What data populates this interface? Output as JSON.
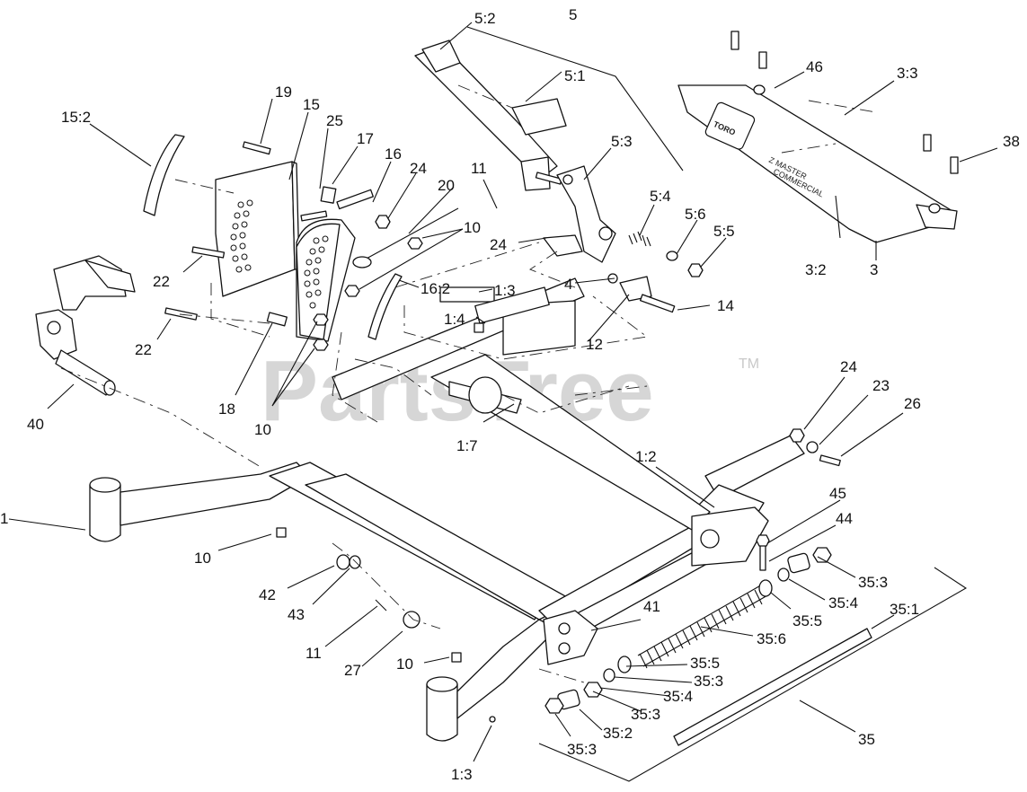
{
  "watermark": {
    "text": "PartsTree",
    "tm": "TM"
  },
  "brand_plate": {
    "logo_text": "TORO",
    "model_text": "Z MASTER",
    "sub_text": "COMMERCIAL"
  },
  "labels": [
    "5:2",
    "5",
    "5:1",
    "46",
    "3:3",
    "38",
    "19",
    "15",
    "25",
    "17",
    "16",
    "24",
    "20",
    "15:2",
    "11",
    "5:3",
    "10",
    "24",
    "5:4",
    "5:6",
    "5:5",
    "3:2",
    "3",
    "22",
    "16:2",
    "1:3",
    "4",
    "14",
    "1:4",
    "22",
    "12",
    "40",
    "18",
    "10",
    "1:7",
    "24",
    "23",
    "26",
    "1:2",
    "1",
    "10",
    "45",
    "44",
    "42",
    "35:3",
    "43",
    "41",
    "35:4",
    "35:1",
    "11",
    "35:5",
    "35:6",
    "27",
    "10",
    "35:5",
    "35:3",
    "35:4",
    "35:3",
    "35:2",
    "35:3",
    "35",
    "1:3"
  ]
}
